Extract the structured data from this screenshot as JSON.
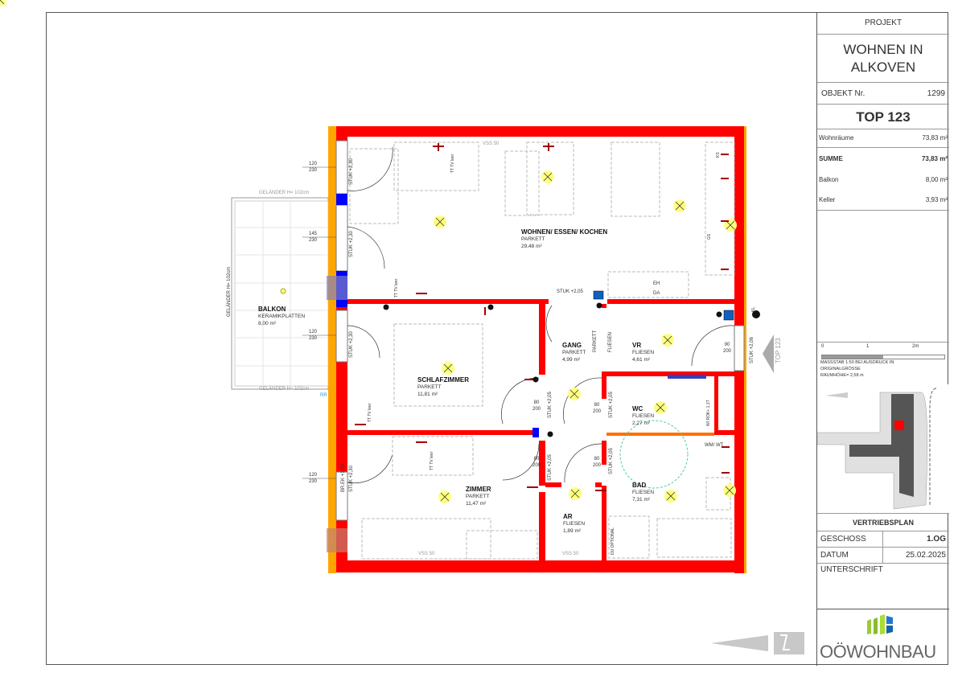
{
  "title_block": {
    "projekt_label": "PROJEKT",
    "project_name_1": "WOHNEN IN",
    "project_name_2": "ALKOVEN",
    "objekt_label": "OBJEKT Nr.",
    "objekt_nr": "1299",
    "top": "TOP 123",
    "areas": [
      {
        "label": "Wohnräume",
        "value": "73,83 m²"
      },
      {
        "label": "SUMME",
        "value": "73,83 m²"
      },
      {
        "label": "Balkon",
        "value": "8,00 m²"
      },
      {
        "label": "Keller",
        "value": "3,93 m²"
      }
    ],
    "scale": {
      "ticks": [
        "0",
        "1",
        "2m"
      ],
      "text": "MASSSTAB   1:50   BEI   AUSDRUCK   IN",
      "text2": "ORIGINALGRÖSSE",
      "room_height": "RAUMHÖHE= 2,58 m"
    },
    "plan_type": "VERTRIEBSPLAN",
    "geschoss_label": "GESCHOSS",
    "geschoss": "1.OG",
    "datum_label": "DATUM",
    "datum": "25.02.2025",
    "unterschrift_label": "UNTERSCHRIFT",
    "logo_text": "OÖWOHNBAU"
  },
  "rooms": [
    {
      "name": "WOHNEN/ ESSEN/ KOCHEN",
      "floor": "PARKETT",
      "area": "29,48 m²"
    },
    {
      "name": "SCHLAFZIMMER",
      "floor": "PARKETT",
      "area": "11,81 m²"
    },
    {
      "name": "ZIMMER",
      "floor": "PARKETT",
      "area": "11,47 m²"
    },
    {
      "name": "GANG",
      "floor": "PARKETT",
      "area": "4,99 m²"
    },
    {
      "name": "VR",
      "floor": "FLIESEN",
      "area": "4,61 m²"
    },
    {
      "name": "WC",
      "floor": "FLIESEN",
      "area": "2,27 m²"
    },
    {
      "name": "BAD",
      "floor": "FLIESEN",
      "area": "7,31 m²"
    },
    {
      "name": "AR",
      "floor": "FLIESEN",
      "area": "1,89 m²"
    },
    {
      "name": "BALKON",
      "floor": "KERAMIKPLATTEN",
      "area": "8,00 m²"
    }
  ],
  "annotations": {
    "gelaender": "GELÄNDER H= 102cm",
    "rr": "RR",
    "vss": "VSS 50",
    "top_arrow": "TOP 123",
    "window_dims": [
      [
        "120",
        "230"
      ],
      [
        "145",
        "230"
      ],
      [
        "120",
        "230"
      ],
      [
        "120",
        "230"
      ]
    ],
    "door_dims": [
      "80",
      "200"
    ],
    "door_dim_entry": [
      "90",
      "200"
    ],
    "stuk": [
      "STUK +2,30",
      "STUK +2,05",
      "STUK +2,06",
      "STUK +2,05",
      "BR.EK +1,00"
    ],
    "parkett": "PARKETT",
    "fliesen": "FLIESEN",
    "ks": "KS",
    "gs": "GS",
    "eh": "EH",
    "da": "DA",
    "kl": "KL",
    "tv": "TT TV leer",
    "wmwt": "WM/ WT",
    "wc_rok": "WI ROK+ 1,1T",
    "du": "DU OPTIONAL"
  },
  "colors": {
    "wall": "#ff0000",
    "insulation": "#ffa500",
    "window": "#0000ff",
    "light": "#ffff80"
  }
}
